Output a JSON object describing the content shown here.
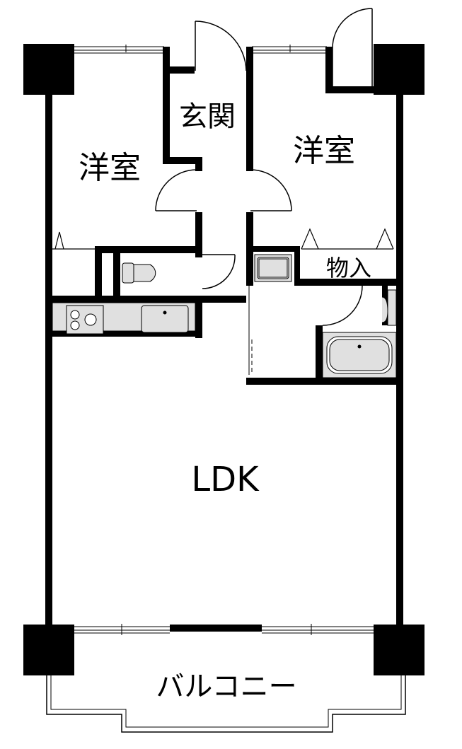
{
  "rooms": {
    "western_room_left": "洋室",
    "western_room_right": "洋室",
    "entrance": "玄関",
    "storage": "物入",
    "ldk": "LDK",
    "balcony": "バルコニー"
  },
  "colors": {
    "wall": "#000000",
    "fixture_fill": "#e0e0e0",
    "background": "#ffffff"
  }
}
